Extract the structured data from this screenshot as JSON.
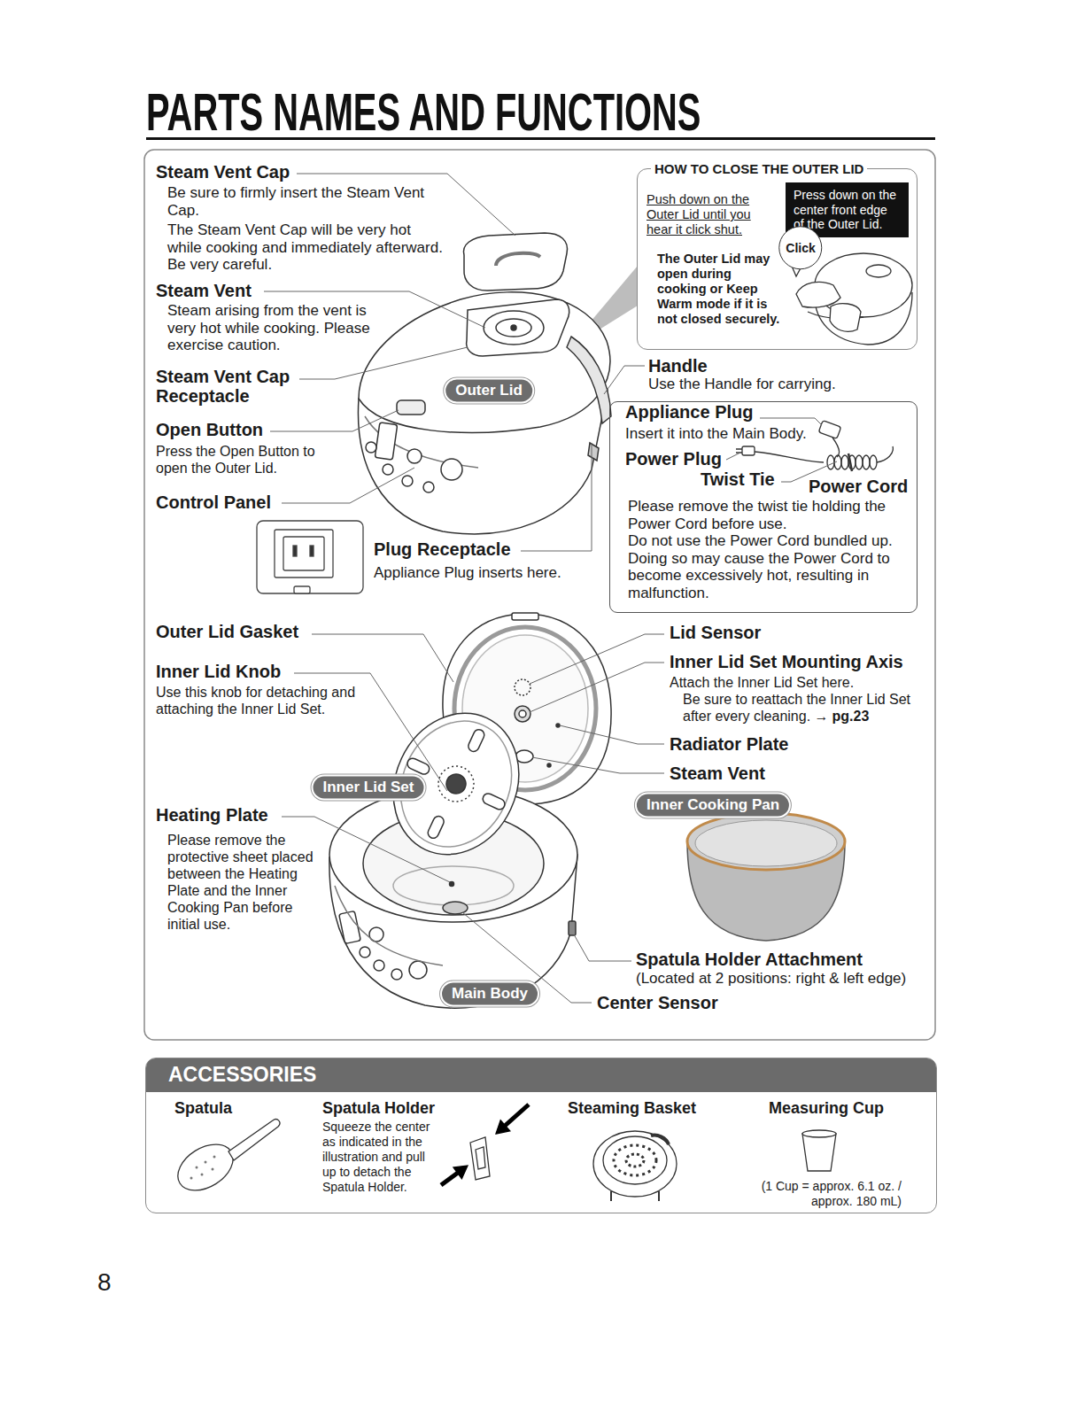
{
  "diagram": {
    "title": "PARTS NAMES AND FUNCTIONS",
    "nodes": [
      {
        "text": [
          "HOW TO CLOSE THE OUTER LID",
          "Push down on the Outer Lid until you hear it click shut.",
          "The Outer Lid may open during cooking or Keep Warm mode if it is not closed securely."
        ]
      },
      {
        "text": [
          "Press down on the center front edge of the Outer Lid."
        ],
        "in": 0
      },
      {
        "text": [
          "Click"
        ],
        "in": 0
      },
      {
        "text": [
          "Outer Lid"
        ]
      },
      {
        "text": [
          "Appliance Plug",
          "Insert it into the Main Body.",
          "Power Plug",
          "Twist Tie",
          "Power Cord",
          "Please remove the twist tie holding the Power Cord before use.",
          "Do not use the Power Cord bundled up. Doing so may cause the Power Cord to become excessively hot, resulting in malfunction."
        ]
      },
      {
        "text": [
          "Inner Lid Set"
        ]
      },
      {
        "text": [
          "Inner Cooking Pan"
        ]
      },
      {
        "text": [
          "Main Body"
        ]
      },
      {
        "text": [
          "ACCESSORIES"
        ]
      }
    ],
    "labels": [
      "Steam Vent Cap",
      "Be sure to firmly insert the Steam Vent Cap.",
      "The Steam Vent Cap will be very hot while cooking and immediately afterward. Be very careful.",
      "Steam Vent",
      "Steam arising from the vent is very hot while cooking. Please exercise caution.",
      "Steam Vent Cap Receptacle",
      "Open Button",
      "Press the Open Button to open the Outer Lid.",
      "Control Panel",
      "Handle",
      "Use the Handle for carrying.",
      "Plug Receptacle",
      "Appliance Plug inserts here.",
      "Outer Lid Gasket",
      "Inner Lid Knob",
      "Use this knob for detaching and attaching the Inner Lid Set.",
      "Lid Sensor",
      "Inner Lid Set Mounting Axis",
      "Attach the Inner Lid Set here.",
      "Be sure to reattach the Inner Lid Set after every cleaning. →",
      "pg.23",
      "Radiator Plate",
      "Steam Vent",
      "Heating Plate",
      "Please remove the protective sheet placed between the Heating Plate and the Inner Cooking Pan before initial use.",
      "Spatula Holder Attachment",
      "(Located at 2 positions: right & left edge)",
      "Center Sensor",
      "Spatula",
      "Spatula Holder",
      "Squeeze the center as indicated in the illustration and pull up to detach the Spatula Holder.",
      "Steaming Basket",
      "Measuring Cup",
      "(1 Cup = approx. 6.1 oz. / approx. 180 mL)",
      "8"
    ]
  }
}
